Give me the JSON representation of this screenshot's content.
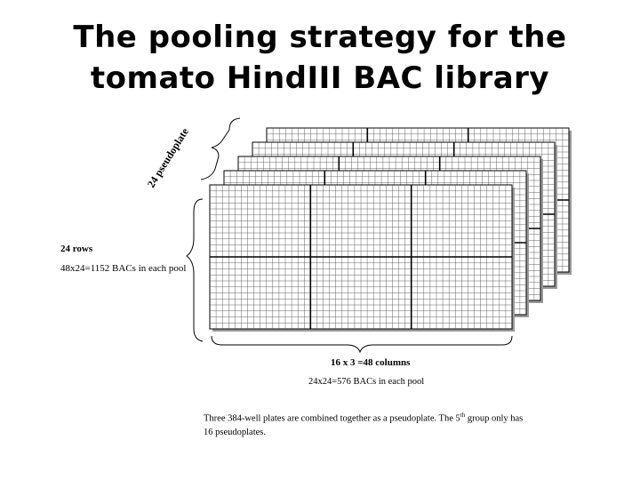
{
  "title": {
    "line1": "The pooling strategy for the",
    "line2": "tomato HindIII BAC library"
  },
  "diagram": {
    "plate_stack_label": "24 pseudoplate",
    "rows_label": "24 rows",
    "rows_pool_label": "48x24=1152 BACs in each pool",
    "columns_label": "16 x 3 =48 columns",
    "columns_pool_label": "24x24=576 BACs in each pool",
    "grid": {
      "rows": 24,
      "columns": 48,
      "stacked_plates": 5
    }
  },
  "note": {
    "text_before": "Three 384-well plates are combined together as a pseudoplate. The 5",
    "superscript": "th",
    "text_after": " group only has 16 pseudoplates."
  }
}
